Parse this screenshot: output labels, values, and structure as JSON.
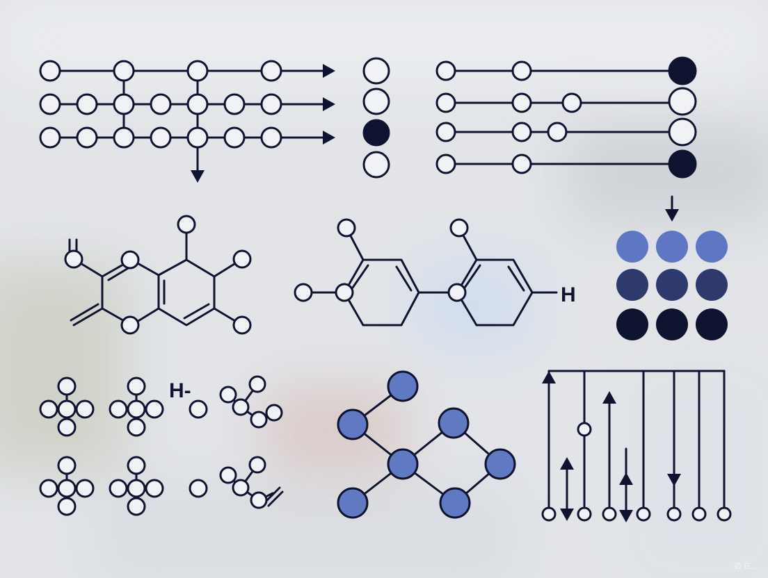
{
  "colors": {
    "ink": "#0e1330",
    "light_node": "#f1f2f5",
    "blue_light": "#5e77c2",
    "blue_mid": "#2e3a6c",
    "blue_dark": "#0e1330",
    "graph_node": "#5f79c3"
  },
  "labels": {
    "h_benzene": "H",
    "h_minus": "H-"
  },
  "watermark": "Ø G..."
}
